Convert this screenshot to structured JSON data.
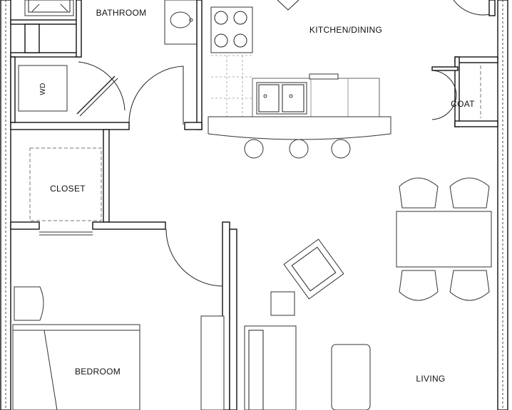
{
  "plan": {
    "rooms": {
      "bathroom": "BATHROOM",
      "kitchen_dining": "KITCHEN/DINING",
      "wd": "WD",
      "coat": "COAT",
      "closet": "CLOSET",
      "bedroom": "BEDROOM",
      "living": "LIVING"
    }
  }
}
